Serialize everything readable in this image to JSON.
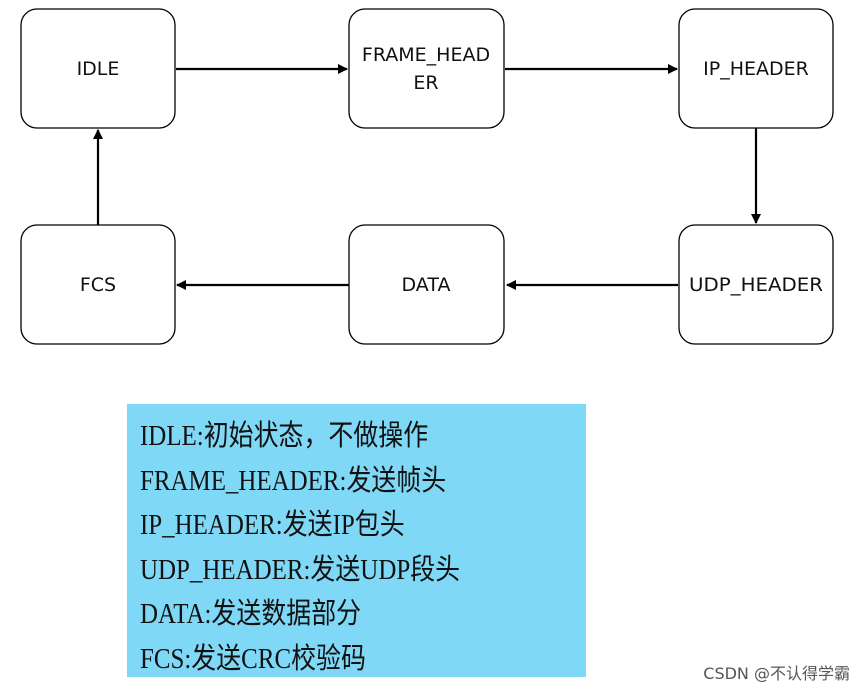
{
  "diagram": {
    "states": {
      "idle": "IDLE",
      "frame_header_line1": "FRAME_HEAD",
      "frame_header_line2": "ER",
      "ip_header": "IP_HEADER",
      "udp_header": "UDP_HEADER",
      "data": "DATA",
      "fcs": "FCS"
    }
  },
  "legend": {
    "lines": [
      "IDLE:初始状态，不做操作",
      "FRAME_HEADER:发送帧头",
      "IP_HEADER:发送IP包头",
      "UDP_HEADER:发送UDP段头",
      "DATA:发送数据部分",
      "FCS:发送CRC校验码"
    ]
  },
  "watermark": "CSDN @不认得学霸"
}
